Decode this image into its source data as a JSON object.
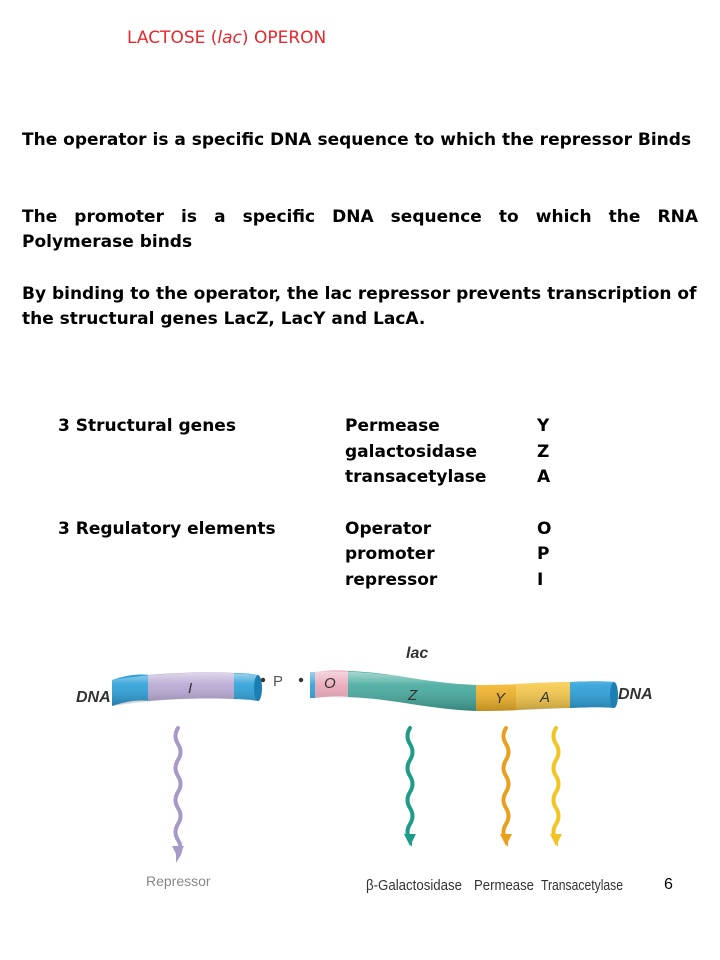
{
  "title": {
    "prefix": "LACTOSE (",
    "italic": "lac",
    "suffix": ") OPERON"
  },
  "paragraphs": [
    "The operator is a specific DNA sequence to which the repressor Binds",
    "The promoter is a specific DNA sequence to which the RNA Polymerase binds",
    "By binding to the operator, the lac repressor prevents transcription of the structural genes LacZ, LacY and LacA."
  ],
  "structural": {
    "heading": "3 Structural genes",
    "rows": [
      {
        "name": "Permease",
        "letter": "Y"
      },
      {
        "name": "galactosidase",
        "letter": "Z"
      },
      {
        "name": "transacetylase",
        "letter": "A"
      }
    ]
  },
  "regulatory": {
    "heading": "3 Regulatory elements",
    "rows": [
      {
        "name": "Operator",
        "letter": "O"
      },
      {
        "name": "promoter",
        "letter": "P"
      },
      {
        "name": "repressor",
        "letter": "I"
      }
    ]
  },
  "diagram": {
    "dna_left": "DNA",
    "dna_right": "DNA",
    "lac_label": "lac",
    "gene_i": "I",
    "gene_p": "P",
    "gene_o": "O",
    "gene_z": "Z",
    "gene_y": "Y",
    "gene_a": "A",
    "product_repressor": "Repressor",
    "product_galactosidase": "β-Galactosidase",
    "product_permease": "Permease",
    "product_transacetylase": "Transacetylase",
    "colors": {
      "dna": "#2b9fd8",
      "gene_i": "#b7a7d3",
      "gene_o": "#e9a5b6",
      "gene_z": "#44a99d",
      "gene_y": "#f3b52a",
      "gene_a": "#f6c94a",
      "repressor": "#a79ac8",
      "galactosidase": "#1f9b8a",
      "permease": "#e9a01f",
      "transacetylase": "#f0c424"
    }
  },
  "page_number": "6"
}
